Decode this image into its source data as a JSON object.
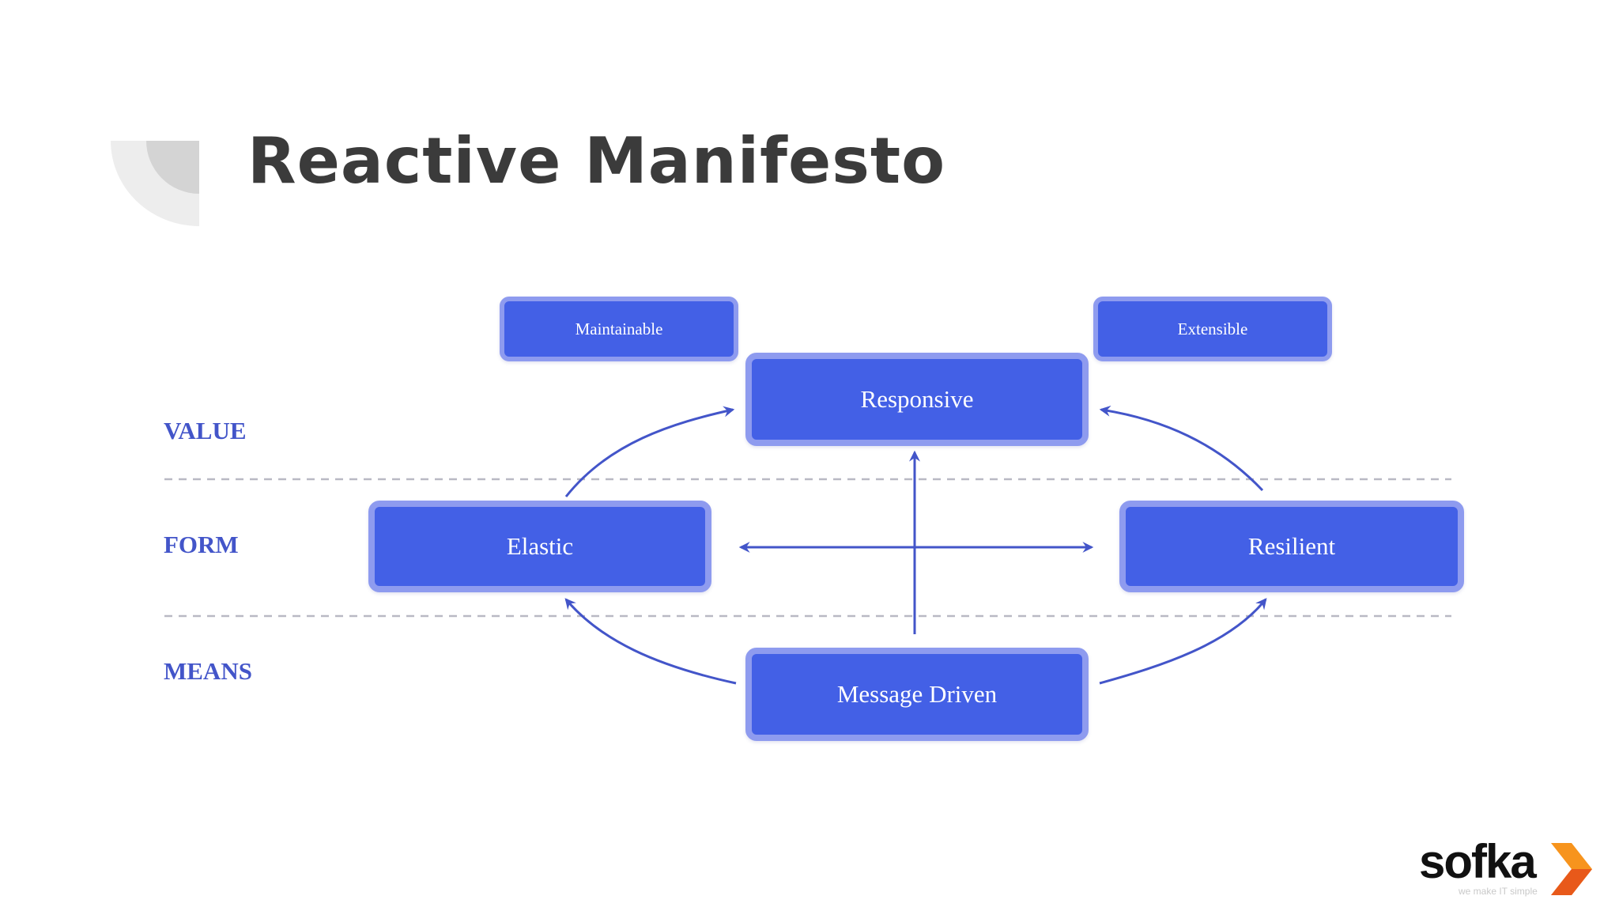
{
  "slide": {
    "title": "Reactive Manifesto"
  },
  "diagram": {
    "rows": {
      "value": "VALUE",
      "form": "FORM",
      "means": "MEANS"
    },
    "nodes": {
      "maintainable": "Maintainable",
      "extensible": "Extensible",
      "responsive": "Responsive",
      "elastic": "Elastic",
      "resilient": "Resilient",
      "message_driven": "Message Driven"
    },
    "colors": {
      "box_fill": "#4360e6",
      "box_border": "#8e9bef",
      "arrow": "#4355c9",
      "divider": "#b9b9c4",
      "label": "#4355c9"
    }
  },
  "logo": {
    "name": "sofka",
    "tagline": "we make IT simple",
    "colors": {
      "text": "#111111",
      "mark_light": "#f7941d",
      "mark_dark": "#e8591a"
    }
  }
}
